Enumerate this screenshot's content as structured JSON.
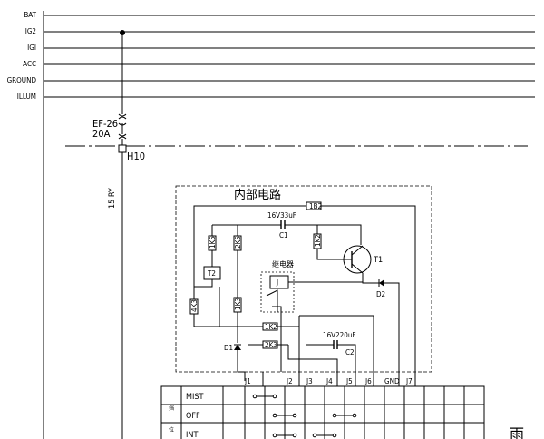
{
  "power_rails": [
    "BAT",
    "IG2",
    "IGI",
    "ACC",
    "GROUND",
    "ILLUM"
  ],
  "fuse": {
    "name": "EF-26",
    "rating": "20A"
  },
  "connector": "H10",
  "wire": "15 RY",
  "internal": {
    "title": "内部电路",
    "r_top": "1B2",
    "cap1": {
      "spec": "16V33uF",
      "name": "C1"
    },
    "transistor": "T1",
    "diode2": "D2",
    "relay_label": "继电器",
    "relay_code": "J",
    "t2": "T2",
    "r1": "1K5",
    "r2": "2K5",
    "r3": "1K2",
    "r4": "4K3",
    "r5": "1K3",
    "r6": "1K2",
    "r7": "2K3",
    "diode1": "D1",
    "cap2": {
      "spec": "16V220uF",
      "name": "C2"
    }
  },
  "pins": [
    "J1",
    "J2",
    "J3",
    "J4",
    "J5",
    "J6",
    "GND",
    "J7"
  ],
  "switch_table": {
    "group_label": "挡",
    "side_label": "位",
    "rows": [
      "MIST",
      "OFF",
      "INT"
    ]
  },
  "corner_glyph": "雨"
}
